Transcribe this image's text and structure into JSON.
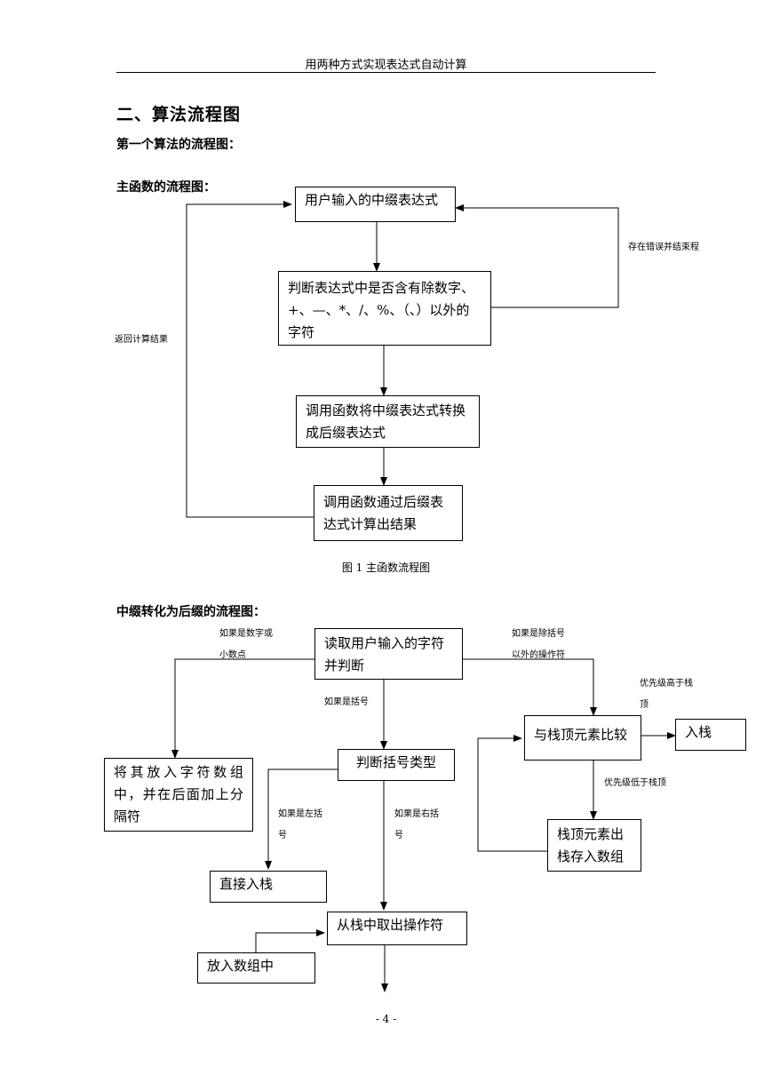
{
  "header": {
    "running_title": "用两种方式实现表达式自动计算"
  },
  "section": {
    "title": "二、算法流程图",
    "subtitle": "第一个算法的流程图："
  },
  "main_flow": {
    "heading": "主函数的流程图：",
    "boxes": {
      "input": "用户输入的中缀表达式",
      "check": "判断表达式中是否含有除数字、+、—、*、/、%、（、）以外的字符",
      "convert": "调用函数将中缀表达式转换成后缀表达式",
      "compute": "调用函数通过后缀表达式计算出结果"
    },
    "labels": {
      "error_exit": "存在错误并结束程",
      "return_result": "返回计算结果"
    },
    "caption": "图 1 主函数流程图"
  },
  "infix_flow": {
    "heading": "中缀转化为后缀的流程图：",
    "boxes": {
      "read": "读取用户输入的字符并判断",
      "store_number": "将其放入字符数组中，并在后面加上分隔符",
      "bracket_type": "判断括号类型",
      "compare_top": "与栈顶元素比较",
      "push": "入栈",
      "pop_store": "栈顶元素出栈存入数组",
      "push_direct": "直接入栈",
      "pop_operator": "从栈中取出操作符",
      "put_array": "放入数组中"
    },
    "labels": {
      "if_digit": "如果是数字或小数点",
      "if_bracket": "如果是括号",
      "if_non_bracket": "如果是除括号以外的操作符",
      "priority_higher": "优先级高于栈顶",
      "priority_lower": "优先级低于栈顶",
      "if_left": "如果是左括号",
      "if_right": "如果是右括号"
    }
  },
  "footer": {
    "page_number": "- 4 -"
  }
}
